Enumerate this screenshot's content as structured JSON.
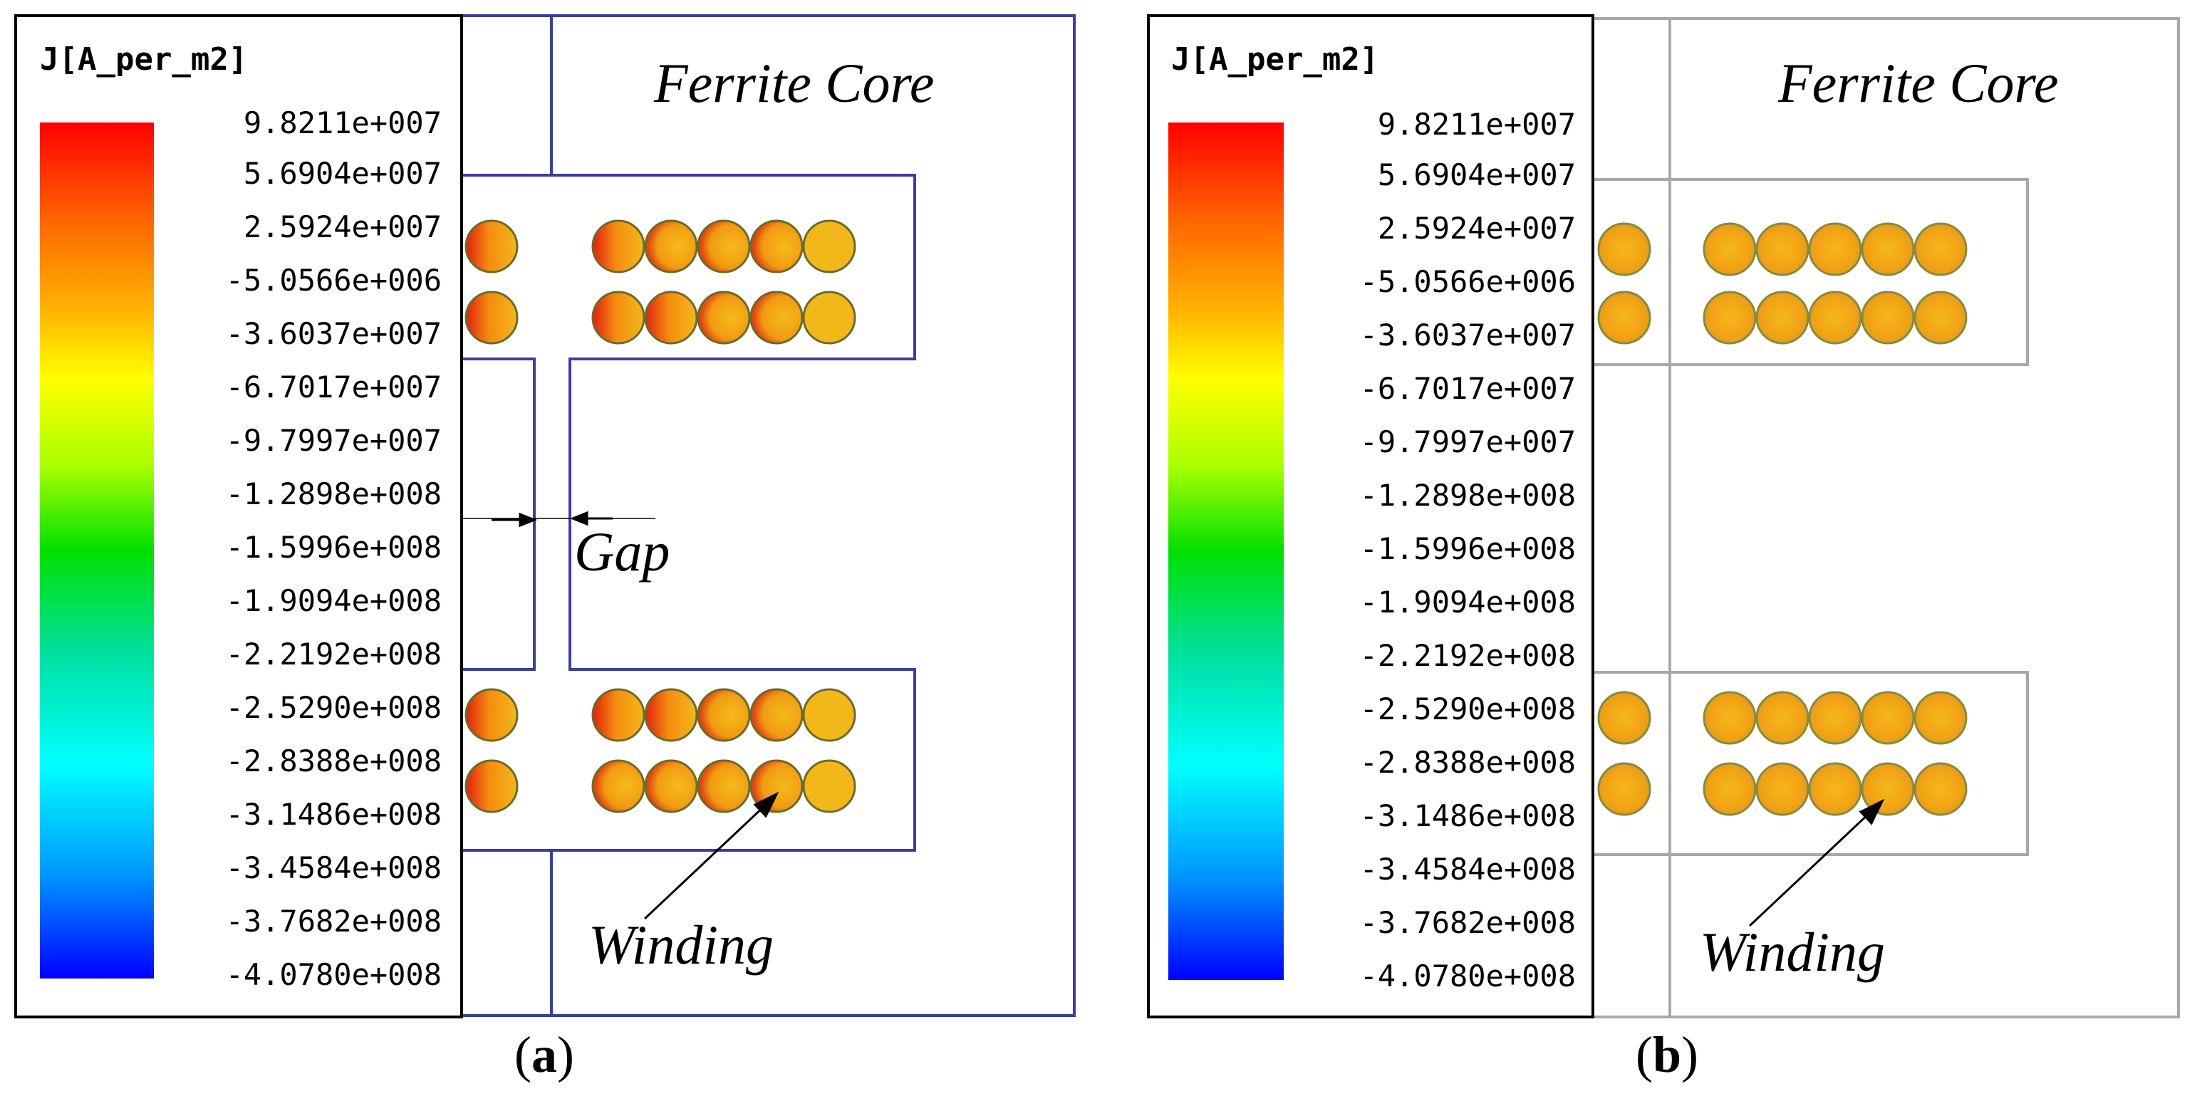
{
  "colors": {
    "core_a": "#3a3f9e",
    "core_b": "#a8a8a8",
    "legend_border": "#000000",
    "gradient": [
      "#ff0000",
      "#ff6a00",
      "#ffb400",
      "#ffff00",
      "#aaff00",
      "#00e000",
      "#00e0a0",
      "#00ffff",
      "#0096ff",
      "#0000ff"
    ]
  },
  "panels": [
    {
      "id": "a",
      "caption_letter": "a",
      "legend": {
        "title": "J[A_per_m2]",
        "ticks": [
          "9.8211e+007",
          "5.6904e+007",
          "2.5924e+007",
          "-5.0566e+006",
          "-3.6037e+007",
          "-6.7017e+007",
          "-9.7997e+007",
          "-1.2898e+008",
          "-1.5996e+008",
          "-1.9094e+008",
          "-2.2192e+008",
          "-2.5290e+008",
          "-2.8388e+008",
          "-3.1486e+008",
          "-3.4584e+008",
          "-3.7682e+008",
          "-4.0780e+008"
        ]
      },
      "labels": {
        "core": "Ferrite Core",
        "gap": "Gap",
        "winding": "Winding"
      }
    },
    {
      "id": "b",
      "caption_letter": "b",
      "legend": {
        "title": "J[A_per_m2]",
        "ticks": [
          "9.8211e+007",
          "5.6904e+007",
          "2.5924e+007",
          "-5.0566e+006",
          "-3.6037e+007",
          "-6.7017e+007",
          "-9.7997e+007",
          "-1.2898e+008",
          "-1.5996e+008",
          "-1.9094e+008",
          "-2.2192e+008",
          "-2.5290e+008",
          "-2.8388e+008",
          "-3.1486e+008",
          "-3.4584e+008",
          "-3.7682e+008",
          "-4.0780e+008"
        ]
      },
      "labels": {
        "core": "Ferrite Core",
        "winding": "Winding"
      }
    }
  ]
}
